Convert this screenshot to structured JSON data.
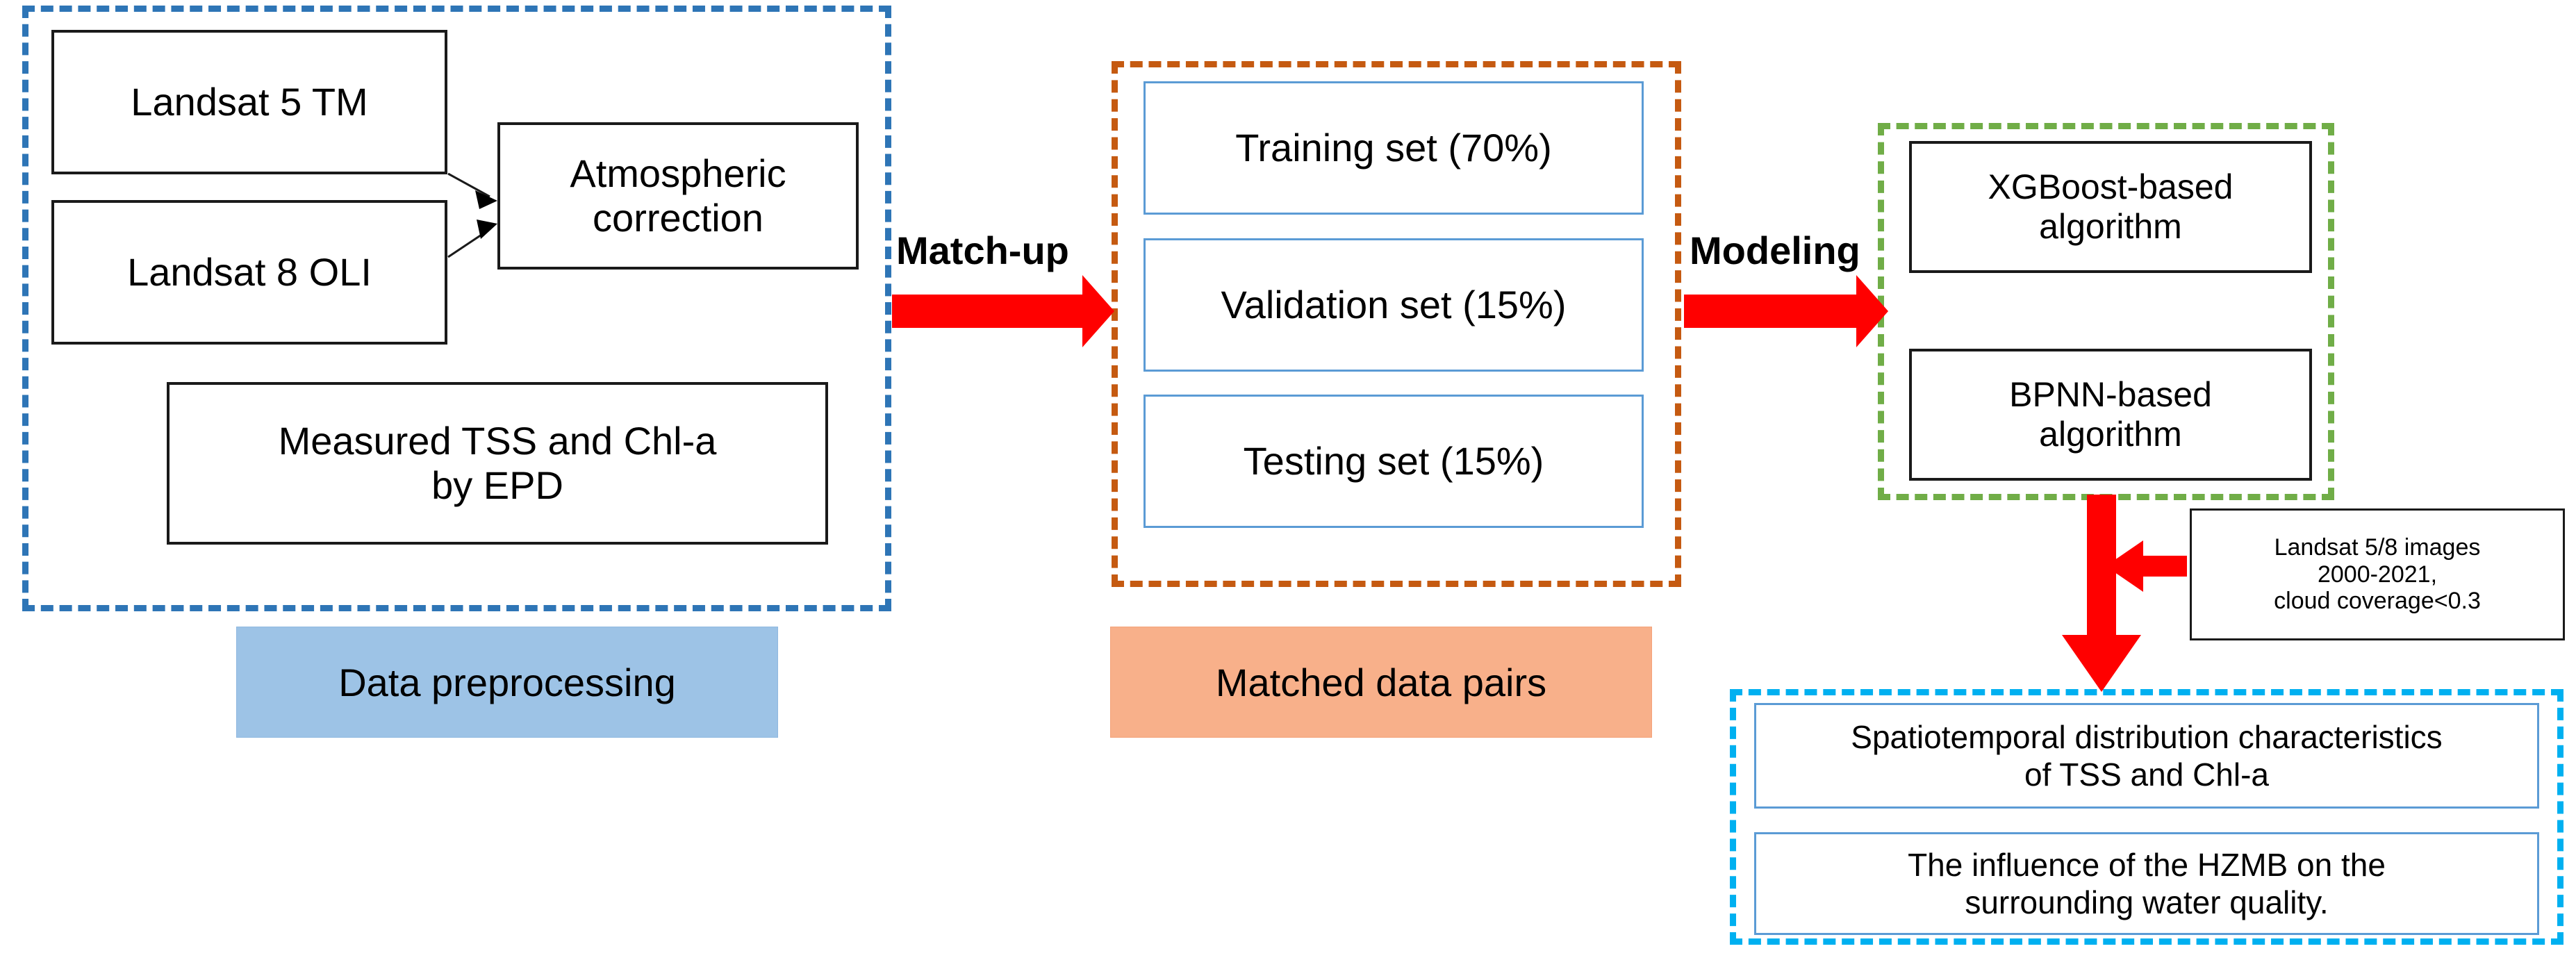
{
  "diagram": {
    "title": "Remote sensing water-quality retrieval workflow",
    "colors": {
      "group_preprocessing": "#2e75b6",
      "group_matched": "#c55a11",
      "group_modeling": "#70ad47",
      "group_results": "#00b0f0",
      "arrow": "#ff0000",
      "bar_preprocessing": "#9dc3e6",
      "bar_matched": "#f8b08a",
      "node_border": "#1a1a1a",
      "node_border_blue": "#5b9bd5"
    }
  },
  "preprocessing": {
    "boxes": [
      {
        "id": "landsat5",
        "label": "Landsat 5 TM"
      },
      {
        "id": "landsat8",
        "label": "Landsat 8 OLI"
      },
      {
        "id": "atmcorr",
        "label": "Atmospheric\ncorrection"
      },
      {
        "id": "measured",
        "label": "Measured TSS and Chl-a\nby EPD"
      }
    ],
    "bar_label": "Data preprocessing"
  },
  "matched": {
    "boxes": [
      {
        "id": "train",
        "label": "Training set (70%)"
      },
      {
        "id": "valid",
        "label": "Validation set (15%)"
      },
      {
        "id": "test",
        "label": "Testing set (15%)"
      }
    ],
    "bar_label": "Matched data pairs"
  },
  "modeling": {
    "boxes": [
      {
        "id": "xgboost",
        "label": "XGBoost-based\nalgorithm"
      },
      {
        "id": "bpnn",
        "label": "BPNN-based\nalgorithm"
      }
    ]
  },
  "note": {
    "lines": [
      "Landsat 5/8 images",
      "2000-2021,",
      "cloud coverage<0.3"
    ]
  },
  "results": {
    "boxes": [
      {
        "id": "spatiotemporal",
        "label": "Spatiotemporal distribution characteristics\nof TSS and Chl-a"
      },
      {
        "id": "influence",
        "label": "The influence of the HZMB on the\nsurrounding water quality."
      }
    ]
  },
  "steps": [
    {
      "id": "matchup",
      "label": "Match-up"
    },
    {
      "id": "modeling",
      "label": "Modeling"
    }
  ]
}
